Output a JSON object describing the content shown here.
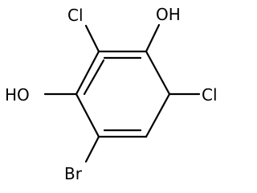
{
  "molecule": {
    "atoms": {
      "oh_top": "OH",
      "cl_top": "Cl",
      "ho_left": "HO",
      "cl_right": "Cl",
      "br_bottom": "Br"
    }
  }
}
